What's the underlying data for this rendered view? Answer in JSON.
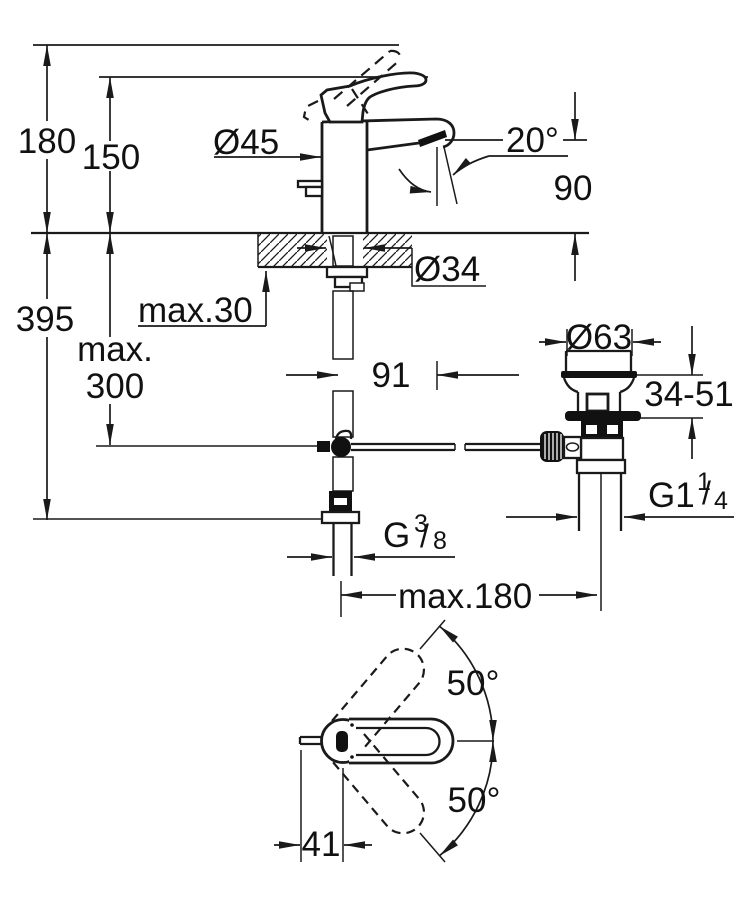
{
  "meta": {
    "background": "#ffffff",
    "ink": "#1a1a1a",
    "drawing_type": "faucet installation dimension drawing",
    "units": "mm"
  },
  "side_view": {
    "overall_height_raised_lever": "180",
    "height_lever_closed": "150",
    "hose_overall_length": "395",
    "max_hose_depth_line1": "max.",
    "max_hose_depth_line2": "300",
    "max_deck_thickness": "max.30",
    "body_diameter": "Ø45",
    "spout_angle": "20°",
    "spout_height": "90",
    "hole_diameter": "Ø34",
    "offset_91": "91",
    "waste_top_diameter": "Ø63",
    "clamping_range": "34-51",
    "waste_thread": {
      "base": "G1",
      "sup": "1",
      "slash": "/",
      "sub": "4"
    },
    "supply_thread": {
      "base": "G",
      "sup": "3",
      "slash": "/",
      "sub": "8"
    },
    "max_centre_distance": "max.180"
  },
  "top_view": {
    "swivel_angle_up": "50°",
    "swivel_angle_down": "50°",
    "rod_offset": "41"
  }
}
